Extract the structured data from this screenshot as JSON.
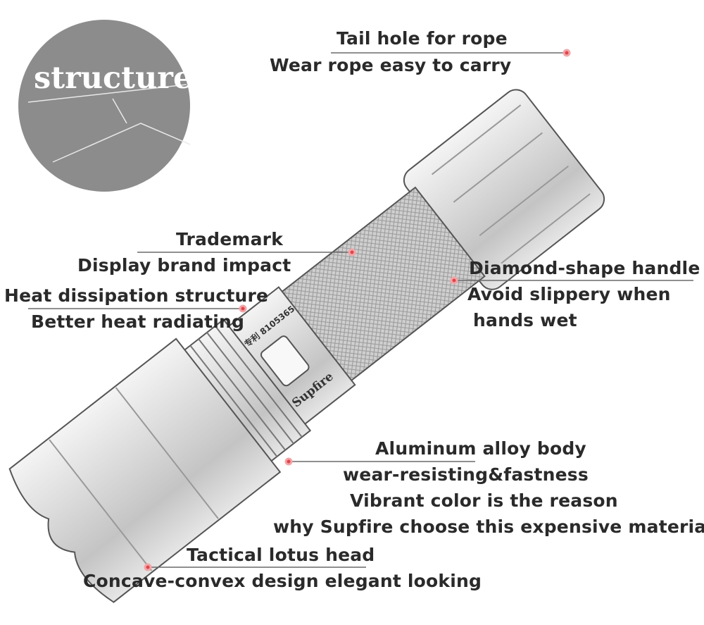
{
  "badge": {
    "label": "structure"
  },
  "brand_mark": {
    "brand": "Supfire",
    "code": "专利 8105365"
  },
  "callouts": {
    "tail": {
      "title": "Tail hole for rope",
      "desc": "Wear rope   easy to carry"
    },
    "trademark": {
      "title": "Trademark",
      "desc": "Display brand impact"
    },
    "heat": {
      "title": "Heat dissipation structure",
      "desc": "Better heat radiating"
    },
    "handle": {
      "title": "Diamond-shape handle",
      "desc": "Avoid slippery when",
      "desc2": "hands wet"
    },
    "body": {
      "title": "Aluminum alloy body",
      "desc": "wear-resisting&fastness",
      "desc2": "Vibrant color is the reason",
      "desc3": "why Supfire choose this expensive material"
    },
    "head": {
      "title": "Tactical lotus head",
      "desc": "Concave-convex design    elegant looking"
    }
  },
  "colors": {
    "badge": "#8a8a8a",
    "dot": "#e0454a",
    "line": "#6a6a6a"
  }
}
